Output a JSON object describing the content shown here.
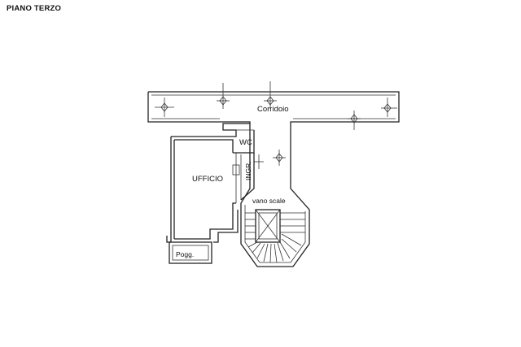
{
  "floor_title": "PIANO TERZO",
  "rooms": {
    "corridor": "Corridoio",
    "office": "UFFICIO",
    "wc": "WC",
    "entrance": "INGR.",
    "stairwell": "vano scale",
    "balcony": "Pogg."
  }
}
